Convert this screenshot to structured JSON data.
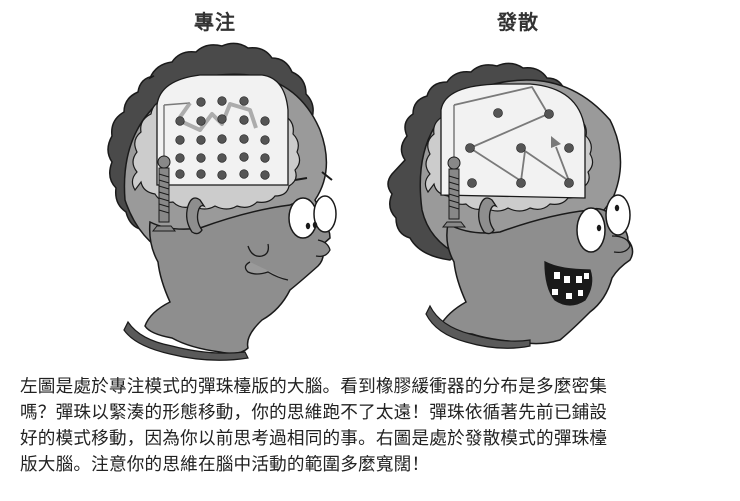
{
  "titles": {
    "left": "專注",
    "right": "發散"
  },
  "figures": {
    "left": {
      "mode": "focused",
      "description": "Cartoon head with a pinball board in the brain; 5x5 densely packed bumpers; path zigzags within a small area"
    },
    "right": {
      "mode": "diffuse",
      "description": "Cartoon head with a pinball board in the brain; sparse bumpers; path travels widely across the board"
    }
  },
  "caption": {
    "lines": [
      "左圖是處於專注模式的彈珠檯版的大腦。看到橡膠緩衝器的分布是多麼密集",
      "嗎？彈珠以緊湊的形態移動，你的思維跑不了太遠！彈珠依循著先前已鋪設",
      "好的模式移動，因為你以前思考過相同的事。右圖是處於發散模式的彈珠檯",
      "版大腦。注意你的思維在腦中活動的範圍多麼寬闊！"
    ]
  },
  "colors": {
    "hair": "#4a4a4a",
    "skin": "#8e8e8e",
    "brain": "#c9c9c9",
    "board": "#f2f2f2",
    "bumper": "#555555",
    "path": "#7a7a7a",
    "outline": "#1a1a1a"
  }
}
